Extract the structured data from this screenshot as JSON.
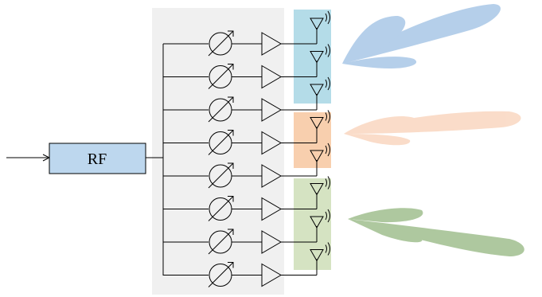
{
  "rf_block": {
    "label": "RF",
    "fill": "#bdd7ee",
    "stroke": "#000000"
  },
  "phase_shifter_panel": {
    "fill": "#f0f0f0"
  },
  "subarrays": [
    {
      "name": "blue",
      "fill": "#b4dce8",
      "beam": "#9dbfe3",
      "antennas": 3
    },
    {
      "name": "orange",
      "fill": "#f8cfae",
      "beam": "#f7c6a6",
      "antennas": 2
    },
    {
      "name": "green",
      "fill": "#d5e3c2",
      "beam": "#93b67f",
      "antennas": 3
    }
  ],
  "channel_count": 8,
  "icons": {
    "phase_shifter": "phase-shifter-icon",
    "amplifier": "amplifier-icon",
    "antenna": "antenna-icon",
    "input_arrow": "arrow-right-icon"
  }
}
